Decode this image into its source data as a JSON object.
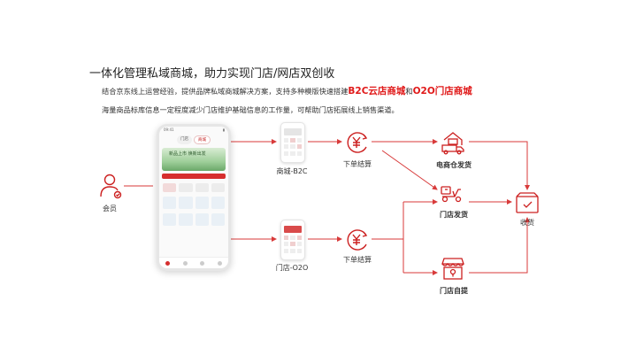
{
  "title": "一体化管理私域商城，助力实现门店/网店双创收",
  "description": {
    "line1_prefix": "结合京东线上运营经验，提供品牌私域商城解决方案，支持多种模版快速搭建",
    "line1_highlight_a": "B2C云店商城",
    "line1_connector": "和",
    "line1_highlight_b": "O2O门店商城",
    "line2": "海量商品标库信息一定程度减少门店维护基础信息的工作量，可帮助门店拓展线上销售渠道。"
  },
  "phone": {
    "time": "09:41",
    "tab_store": "门店",
    "tab_mall": "商城",
    "banner_text": "新品上市 焕新出发"
  },
  "nodes": {
    "member": "会员",
    "mall_b2c": "商城-B2C",
    "store_o2o": "门店-O2O",
    "checkout_top": "下单结算",
    "checkout_bottom": "下单结算",
    "ecom_warehouse": "电商仓发货",
    "store_shipping": "门店发货",
    "store_pickup": "门店自提",
    "receive": "收货"
  },
  "icons": {
    "member": "user-check-icon",
    "checkout": "yen-cycle-icon",
    "warehouse": "truck-warehouse-icon",
    "delivery": "scooter-delivery-icon",
    "pickup": "storefront-icon",
    "receive": "package-check-icon"
  },
  "colors": {
    "accent_red": "#e01818",
    "line_red": "#d83a3a",
    "icon_red": "#cc2020"
  }
}
